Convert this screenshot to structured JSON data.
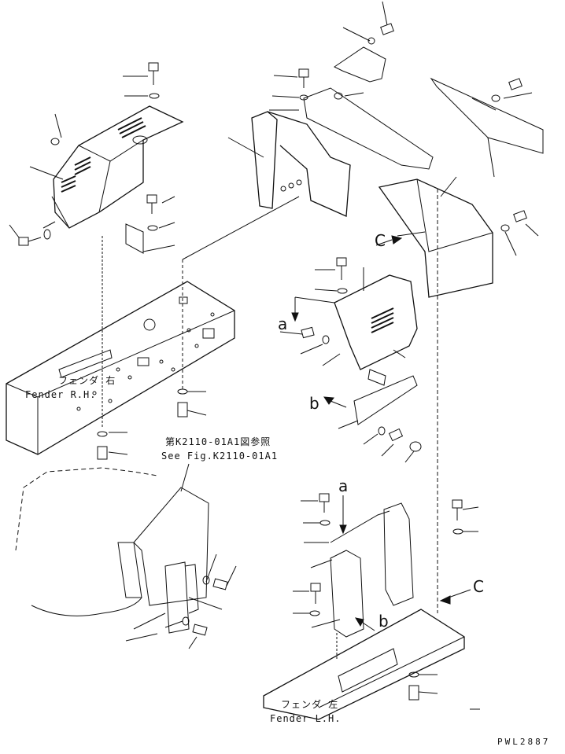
{
  "labels": {
    "fender_rh_jp": "フェンダ 右",
    "fender_rh_en": "Fender R.H.",
    "fender_lh_jp": "フェンダ 左",
    "fender_lh_en": "Fender L.H.",
    "see_fig_jp": "第K2110-01A1図参照",
    "see_fig_en": "See Fig.K2110-01A1",
    "ref_a_top": "a",
    "ref_a_bottom": "a",
    "ref_b_top": "b",
    "ref_b_bottom": "b",
    "ref_c_top": "C",
    "ref_c_bottom": "C",
    "drawing_code": "PWL2887"
  }
}
